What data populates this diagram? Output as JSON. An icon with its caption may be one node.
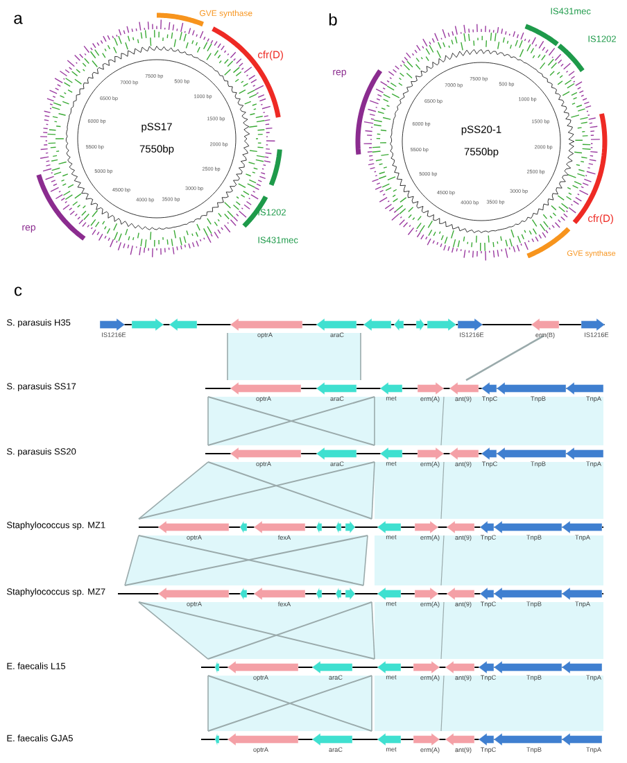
{
  "diagram": {
    "nodes": [
      {
        "text": [
          "pSS17",
          "7550bp"
        ]
      },
      {
        "text": [
          "pSS20-1",
          "7550bp"
        ]
      }
    ],
    "labels": [
      "a",
      "GVE synthase",
      "cfr(D)",
      "IS1202",
      "IS431mec",
      "rep",
      "7500 bp",
      "7000 bp",
      "500 bp",
      "6500 bp",
      "1000 bp",
      "6000 bp",
      "1500 bp",
      "5500 bp",
      "2000 bp",
      "5000 bp",
      "2500 bp",
      "4500 bp",
      "3000 bp",
      "4000 bp",
      "3500 bp",
      "b",
      "IS431mec",
      "IS1202",
      "rep",
      "cfr(D)",
      "GVE synthase",
      "7500 bp",
      "7000 bp",
      "500 bp",
      "6500 bp",
      "1000 bp",
      "6000 bp",
      "1500 bp",
      "5500 bp",
      "2000 bp",
      "5000 bp",
      "2500 bp",
      "4500 bp",
      "3000 bp",
      "4000 bp",
      "3500 bp",
      "c",
      "S. parasuis H35",
      "IS1216E",
      "optrA",
      "araC",
      "IS1216E",
      "erm(B)",
      "IS1216E",
      "S. parasuis SS17",
      "optrA",
      "araC",
      "met",
      "erm(A)",
      "ant(9)",
      "TnpC",
      "TnpB",
      "TnpA",
      "S. parasuis SS20",
      "optrA",
      "araC",
      "met",
      "erm(A)",
      "ant(9)",
      "TnpC",
      "TnpB",
      "TnpA",
      "Staphylococcus sp. MZ1",
      "optrA",
      "fexA",
      "met",
      "erm(A)",
      "ant(9)",
      "TnpC",
      "TnpB",
      "TnpA",
      "Staphylococcus sp. MZ7",
      "optrA",
      "fexA",
      "met",
      "erm(A)",
      "ant(9)",
      "TnpC",
      "TnpB",
      "TnpA",
      "E. faecalis L15",
      "optrA",
      "araC",
      "met",
      "erm(A)",
      "ant(9)",
      "TnpC",
      "TnpB",
      "TnpA",
      "E. faecalis GJA5",
      "optrA",
      "araC",
      "met",
      "erm(A)",
      "ant(9)",
      "TnpC",
      "TnpB",
      "TnpA"
    ]
  }
}
